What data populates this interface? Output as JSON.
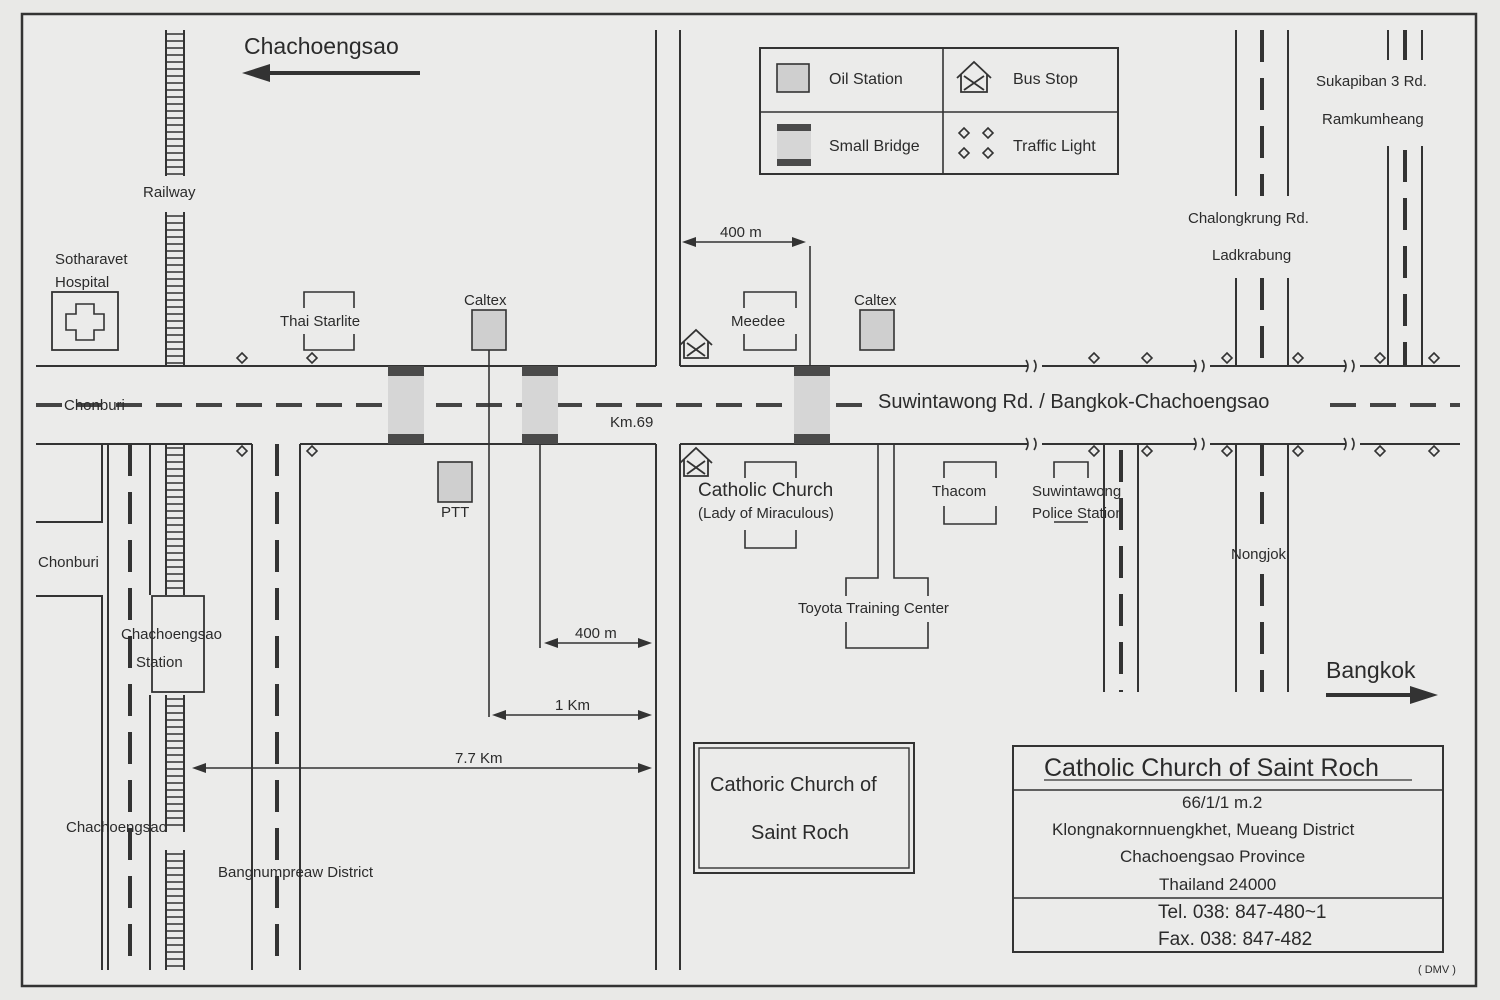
{
  "directions": {
    "west_top": "Chachoengsao",
    "east_bottom": "Bangkok",
    "west_road": "Chonburi",
    "west_side_road": "Chonburi",
    "south_left": "Chachoengsao",
    "bangnumpreaw": "Bangnumpreaw District"
  },
  "main_road": {
    "name": "Suwintawong Rd. / Bangkok-Chachoengsao",
    "km_marker": "Km.69"
  },
  "railway": {
    "label": "Railway",
    "station_line1": "Chachoengsao",
    "station_line2": "Station"
  },
  "landmarks": {
    "hospital_line1": "Sotharavet",
    "hospital_line2": "Hospital",
    "thai_starlite": "Thai Starlite",
    "caltex_west": "Caltex",
    "caltex_east": "Caltex",
    "ptt": "PTT",
    "meedee": "Meedee",
    "church_line1": "Catholic Church",
    "church_line2": "(Lady of Miraculous)",
    "toyota": "Toyota Training Center",
    "thacom": "Thacom",
    "police_line1": "Suwintawong",
    "police_line2": "Police Station",
    "nongjok": "Nongjok"
  },
  "side_roads": {
    "chalongkrung_line1": "Chalongkrung Rd.",
    "chalongkrung_line2": "Ladkrabung",
    "sukapiban_line1": "Sukapiban 3 Rd.",
    "sukapiban_line2": "Ramkumheang"
  },
  "distances": {
    "top_400": "400 m",
    "mid_400": "400 m",
    "one_km": "1 Km",
    "seven_km": "7.7 Km"
  },
  "legend": {
    "oil_station": "Oil Station",
    "bus_stop": "Bus Stop",
    "small_bridge": "Small Bridge",
    "traffic_light": "Traffic Light"
  },
  "church_box": {
    "line1": "Cathoric Church of",
    "line2": "Saint Roch"
  },
  "address": {
    "title": "Catholic Church of Saint Roch",
    "line1": "66/1/1 m.2",
    "line2": "Klongnakornnuengkhet, Mueang District",
    "line3": "Chachoengsao Province",
    "line4": "Thailand  24000",
    "tel": "Tel. 038: 847-480~1",
    "fax": "Fax. 038: 847-482"
  },
  "credit": "( DMV )",
  "colors": {
    "background": "#e9e9e7",
    "ink": "#333333",
    "oil_fill": "#cfcfcf"
  },
  "icons": [
    "hospital-cross-icon",
    "bus-stop-icon",
    "traffic-light-icon",
    "bridge-icon",
    "arrow-left-icon",
    "arrow-right-icon"
  ]
}
